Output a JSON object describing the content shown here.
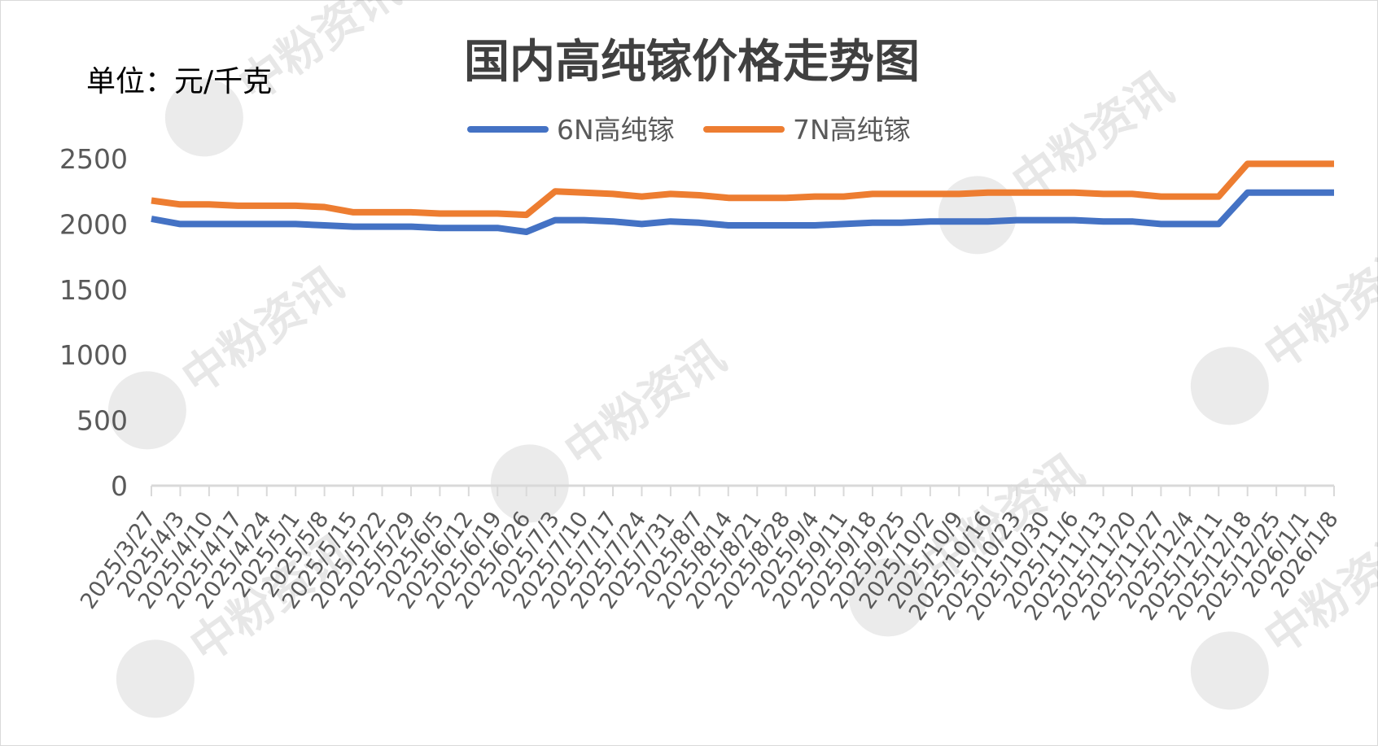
{
  "chart_data": {
    "type": "line",
    "title": "国内高纯镓价格走势图",
    "unit_label": "单位：元/千克",
    "watermark": "中粉资讯",
    "xlabel": "",
    "ylabel": "",
    "ylim": [
      0,
      2500
    ],
    "yticks": [
      "0",
      "500",
      "1000",
      "1500",
      "2000",
      "2500"
    ],
    "legend_position": "top-center",
    "grid": false,
    "categories": [
      "2025/3/27",
      "2025/4/3",
      "2025/4/10",
      "2025/4/17",
      "2025/4/24",
      "2025/5/1",
      "2025/5/8",
      "2025/5/15",
      "2025/5/22",
      "2025/5/29",
      "2025/6/5",
      "2025/6/12",
      "2025/6/19",
      "2025/6/26",
      "2025/7/3",
      "2025/7/10",
      "2025/7/17",
      "2025/7/24",
      "2025/7/31",
      "2025/8/7",
      "2025/8/14",
      "2025/8/21",
      "2025/8/28",
      "2025/9/4",
      "2025/9/11",
      "2025/9/18",
      "2025/9/25",
      "2025/10/2",
      "2025/10/9",
      "2025/10/16",
      "2025/10/23",
      "2025/10/30",
      "2025/11/6",
      "2025/11/13",
      "2025/11/20",
      "2025/11/27",
      "2025/12/4",
      "2025/12/11",
      "2025/12/18",
      "2025/12/25",
      "2026/1/1",
      "2026/1/8"
    ],
    "series": [
      {
        "name": "6N高纯镓",
        "color": "#4472C4",
        "values": [
          2040,
          2000,
          2000,
          2000,
          2000,
          2000,
          1990,
          1980,
          1980,
          1980,
          1970,
          1970,
          1970,
          1940,
          2030,
          2030,
          2020,
          2000,
          2020,
          2010,
          1990,
          1990,
          1990,
          1990,
          2000,
          2010,
          2010,
          2020,
          2020,
          2020,
          2030,
          2030,
          2030,
          2020,
          2020,
          2000,
          2000,
          2000,
          2240,
          2240,
          2240,
          2240
        ]
      },
      {
        "name": "7N高纯镓",
        "color": "#ED7D31",
        "values": [
          2180,
          2150,
          2150,
          2140,
          2140,
          2140,
          2130,
          2090,
          2090,
          2090,
          2080,
          2080,
          2080,
          2070,
          2250,
          2240,
          2230,
          2210,
          2230,
          2220,
          2200,
          2200,
          2200,
          2210,
          2210,
          2230,
          2230,
          2230,
          2230,
          2240,
          2240,
          2240,
          2240,
          2230,
          2230,
          2210,
          2210,
          2210,
          2460,
          2460,
          2460,
          2460
        ]
      }
    ]
  }
}
